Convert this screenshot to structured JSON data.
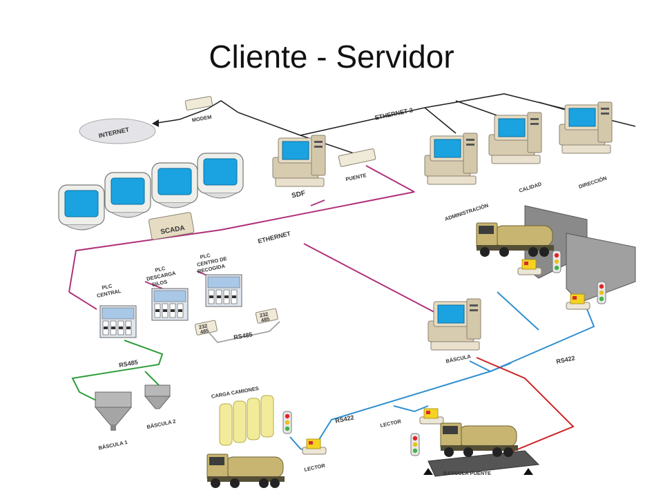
{
  "slide": {
    "title": "Cliente - Servidor"
  },
  "labels": {
    "internet": "INTERNET",
    "modem": "MODEM",
    "ethernet2": "ETHERNET 2",
    "sdf": "SDF",
    "puente": "PUENTE",
    "administracion": "ADMINISTRACIÓN",
    "calidad": "CALIDAD",
    "direccion": "DIRECCIÓN",
    "scada": "SCADA",
    "ethernet": "ETHERNET",
    "plc": "PLC",
    "central": "CENTRAL",
    "descarga": "DESCARGA",
    "silos": "SILOS",
    "centro_de": "CENTRO DE",
    "recogida": "RECOGIDA",
    "rs485_top": "RS485",
    "rs485_bottom": "RS485",
    "conv_232": "232",
    "conv_485": "485",
    "bascula_1": "BÁSCULA 1",
    "bascula_2": "BÁSCULA 2",
    "carga_camiones": "CARGA CAMIONES",
    "bascula": "BÁSCULA",
    "rs422_right": "RS422",
    "rs422_left": "RS422",
    "lector_1": "LECTOR",
    "lector_2": "LECTOR",
    "bascula_puente": "BÁSCULA PUENTE"
  },
  "colors": {
    "ethernet_line": "#b0307a",
    "rs485_line": "#2e9e3a",
    "rs422_line": "#2f8fd0",
    "power_line": "#cc2222",
    "monitor_screen": "#1aa3e0",
    "case": "#e6dcc4",
    "truck_body": "#c7b571"
  },
  "icons": [
    "cloud-icon",
    "modem-icon",
    "computer-icon",
    "monitor-icon",
    "plc-rack-icon",
    "converter-icon",
    "silo-icon",
    "truck-icon",
    "traffic-light-icon",
    "card-reader-icon",
    "scale-platform-icon",
    "warehouse-icon"
  ]
}
